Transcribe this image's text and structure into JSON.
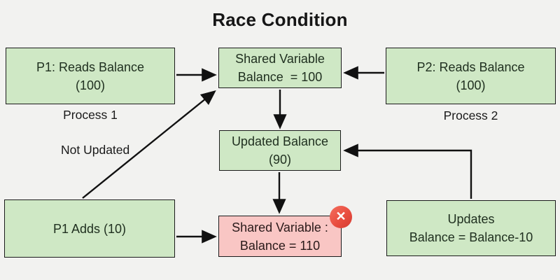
{
  "title": "Race Condition",
  "colors": {
    "background": "#f2f2f0",
    "box_green_fill": "#cfe8c5",
    "box_pink_fill": "#f9c6c4",
    "box_border": "#1b1b1b",
    "arrow": "#111111",
    "badge_red": "#e94d3f",
    "badge_glyph": "#ffffff",
    "text": "#203020"
  },
  "nodes": [
    {
      "id": "p1-reads",
      "lines": [
        "P1: Reads Balance",
        "(100)"
      ]
    },
    {
      "id": "shared-variable",
      "lines": [
        "Shared Variable",
        "Balance  = 100"
      ]
    },
    {
      "id": "p2-reads",
      "lines": [
        "P2: Reads Balance",
        "(100)"
      ]
    },
    {
      "id": "updated-balance",
      "lines": [
        "Updated Balance",
        "(90)"
      ]
    },
    {
      "id": "p1-adds",
      "lines": [
        "P1 Adds (10)"
      ]
    },
    {
      "id": "shared-variable-final",
      "lines": [
        "Shared Variable :",
        "Balance = 110"
      ]
    },
    {
      "id": "updates",
      "lines": [
        "Updates",
        "Balance = Balance-10"
      ]
    }
  ],
  "captions": {
    "process_1": "Process 1",
    "process_2": "Process 2"
  },
  "annotations": {
    "not_updated": "Not Updated"
  },
  "badge": {
    "icon": "error-x-circle",
    "glyph": "✕"
  }
}
